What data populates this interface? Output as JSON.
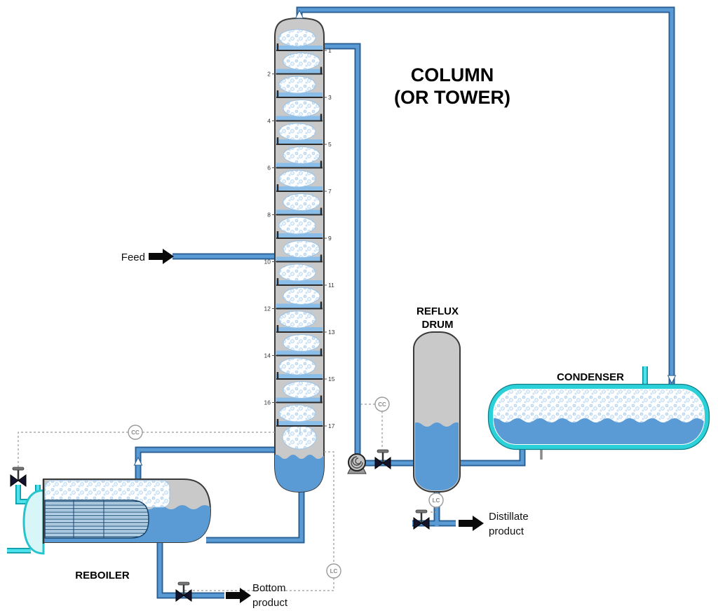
{
  "title": {
    "line1": "COLUMN",
    "line2": "(OR TOWER)"
  },
  "equipment": {
    "condenser": "CONDENSER",
    "reflux_drum_line1": "REFLUX",
    "reflux_drum_line2": "DRUM",
    "reboiler": "REBOILER"
  },
  "streams": {
    "feed": "Feed",
    "distillate_line1": "Distillate",
    "distillate_line2": "product",
    "bottom_line1": "Bottom",
    "bottom_line2": "product"
  },
  "controllers": {
    "composition": "CC",
    "level": "LC"
  },
  "column": {
    "trays": [
      "1",
      "2",
      "3",
      "4",
      "5",
      "6",
      "7",
      "8",
      "9",
      "10",
      "11",
      "12",
      "13",
      "14",
      "15",
      "16",
      "17"
    ]
  },
  "colors": {
    "pipe": "#5b9bd5",
    "pipe-edge": "#2a5f93",
    "liquid": "#5b9bd5",
    "coolant": "#4de3ec",
    "coolant-edge": "#0b9aa6",
    "vessel": "#c9c9c9",
    "condenser-border": "#2bd1d8"
  }
}
